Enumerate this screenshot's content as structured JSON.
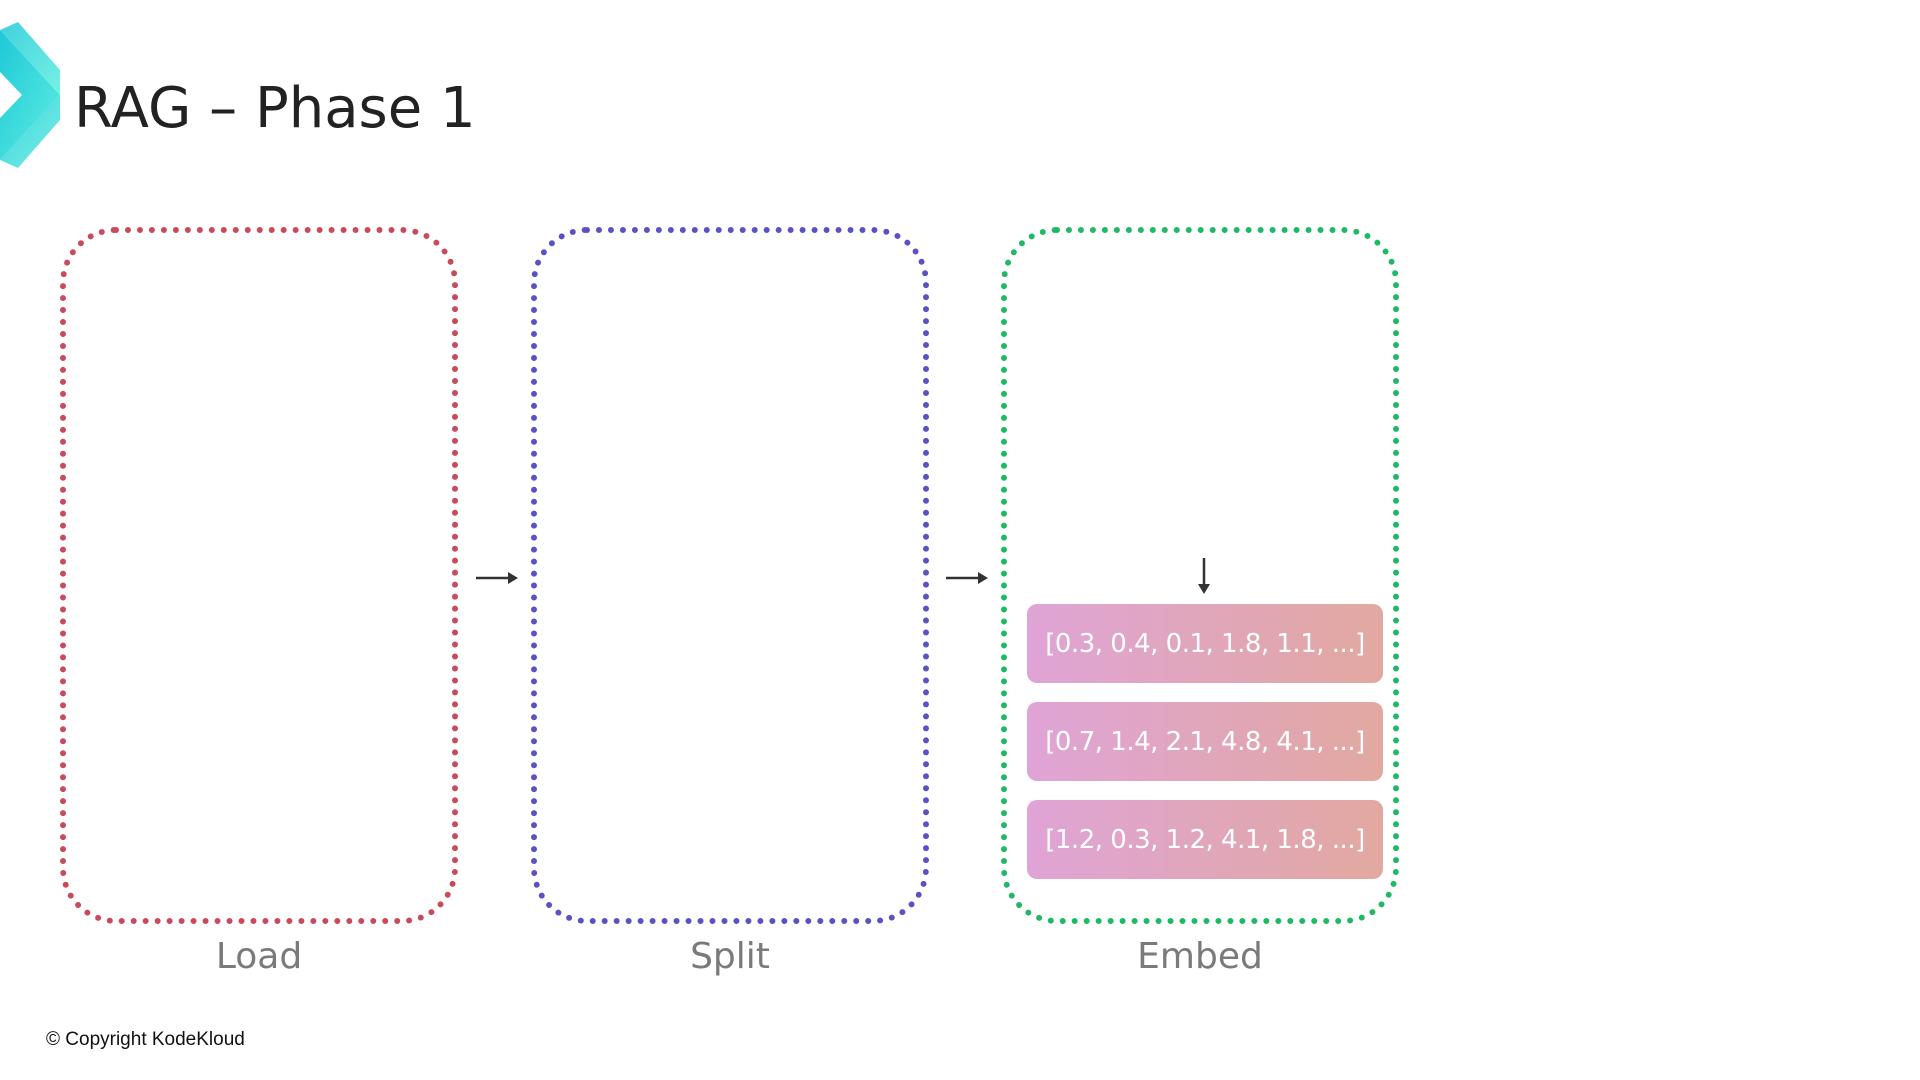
{
  "slide": {
    "title": "RAG – Phase 1",
    "copyright": "© Copyright KodeKloud"
  },
  "stages": [
    {
      "label": "Load",
      "border_color": "#c94a5a"
    },
    {
      "label": "Split",
      "border_color": "#5a52c4"
    },
    {
      "label": "Embed",
      "border_color": "#1fb865"
    }
  ],
  "embeddings": [
    {
      "text": "[0.3, 0.4, 0.1, 1.8, 1.1, ...]"
    },
    {
      "text": "[0.7, 1.4, 2.1, 4.8, 4.1, ...]"
    },
    {
      "text": "[1.2, 0.3, 1.2, 4.1, 1.8, ...]"
    }
  ],
  "colors": {
    "logo_gradient_start": "#1ec8d8",
    "logo_gradient_end": "#5eeee0",
    "vector_gradient_start": "#dfa4d6",
    "vector_gradient_end": "#e2a8a0",
    "arrow": "#333333"
  }
}
